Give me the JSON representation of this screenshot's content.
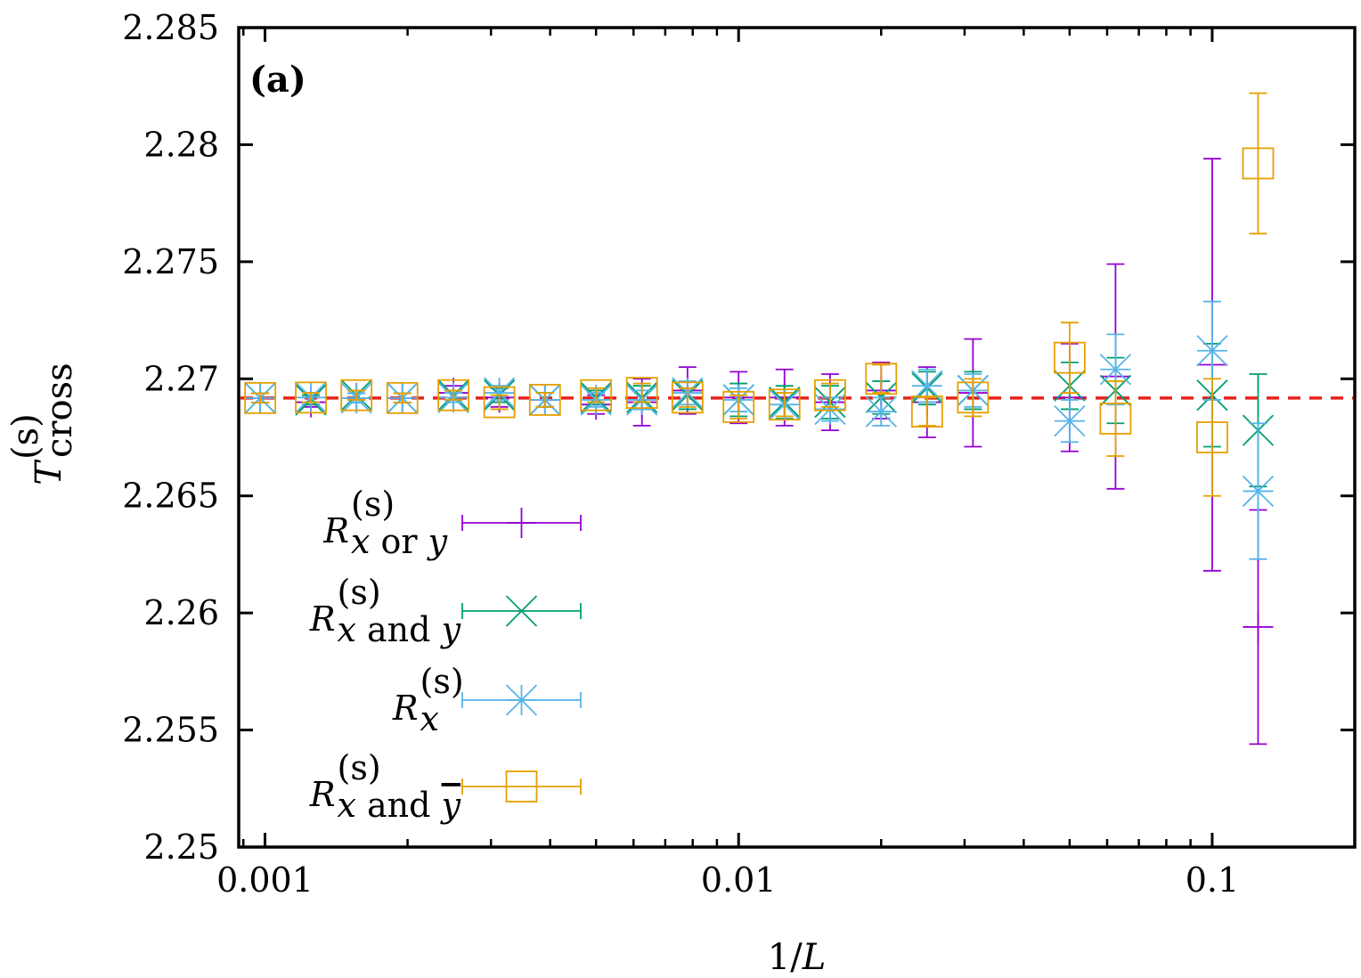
{
  "chart_data": {
    "type": "scatter",
    "panel_label": "(a)",
    "xlabel": "1/L",
    "ylabel": "T_cross^(s)",
    "xscale": "log",
    "xlim": [
      0.00088,
      0.2
    ],
    "ylim": [
      2.25,
      2.285
    ],
    "x_ticks": [
      {
        "value": 0.001,
        "label": "0.001"
      },
      {
        "value": 0.01,
        "label": "0.01"
      },
      {
        "value": 0.1,
        "label": "0.1"
      }
    ],
    "y_ticks": [
      {
        "value": 2.25,
        "label": "2.25"
      },
      {
        "value": 2.255,
        "label": "2.255"
      },
      {
        "value": 2.26,
        "label": "2.26"
      },
      {
        "value": 2.265,
        "label": "2.265"
      },
      {
        "value": 2.27,
        "label": "2.27"
      },
      {
        "value": 2.275,
        "label": "2.275"
      },
      {
        "value": 2.28,
        "label": "2.28"
      },
      {
        "value": 2.285,
        "label": "2.285"
      }
    ],
    "reference_line": {
      "y": 2.26918,
      "color": "#e8211c"
    },
    "legend_position": "bottom-left",
    "series": [
      {
        "name": "R_{x or y}^(s)",
        "legend": {
          "base": "R",
          "sup": "(s)",
          "sub": "x or y"
        },
        "marker": "plus",
        "color": "#9400d3",
        "points": [
          {
            "x": 0.000977,
            "y": 2.26918,
            "err": 0.0002
          },
          {
            "x": 0.00125,
            "y": 2.269,
            "err": 0.0002
          },
          {
            "x": 0.00156,
            "y": 2.26918,
            "err": 0.0002
          },
          {
            "x": 0.00195,
            "y": 2.26918,
            "err": 0.0002
          },
          {
            "x": 0.0025,
            "y": 2.2694,
            "err": 0.0003
          },
          {
            "x": 0.003125,
            "y": 2.2692,
            "err": 0.0004
          },
          {
            "x": 0.0039,
            "y": 2.2691,
            "err": 0.0003
          },
          {
            "x": 0.005,
            "y": 2.2689,
            "err": 0.0004
          },
          {
            "x": 0.00625,
            "y": 2.269,
            "err": 0.001
          },
          {
            "x": 0.0078,
            "y": 2.2695,
            "err": 0.001
          },
          {
            "x": 0.01,
            "y": 2.2692,
            "err": 0.0011
          },
          {
            "x": 0.0125,
            "y": 2.2692,
            "err": 0.0012
          },
          {
            "x": 0.0156,
            "y": 2.269,
            "err": 0.0012
          },
          {
            "x": 0.02,
            "y": 2.2695,
            "err": 0.0012
          },
          {
            "x": 0.025,
            "y": 2.269,
            "err": 0.0015
          },
          {
            "x": 0.03125,
            "y": 2.2694,
            "err": 0.0023
          },
          {
            "x": 0.05,
            "y": 2.2692,
            "err": 0.0023
          },
          {
            "x": 0.0625,
            "y": 2.2701,
            "err": 0.0048
          },
          {
            "x": 0.1,
            "y": 2.2706,
            "err": 0.0088
          },
          {
            "x": 0.125,
            "y": 2.2594,
            "err": 0.005
          }
        ]
      },
      {
        "name": "R_{x and y}^(s)",
        "legend": {
          "base": "R",
          "sup": "(s)",
          "sub": "x and y"
        },
        "marker": "cross",
        "color": "#009e73",
        "points": [
          {
            "x": 0.000977,
            "y": 2.26918,
            "err": 0.0002
          },
          {
            "x": 0.00125,
            "y": 2.2691,
            "err": 0.0002
          },
          {
            "x": 0.00156,
            "y": 2.2693,
            "err": 0.0002
          },
          {
            "x": 0.00195,
            "y": 2.26918,
            "err": 0.0002
          },
          {
            "x": 0.0025,
            "y": 2.2693,
            "err": 0.0002
          },
          {
            "x": 0.003125,
            "y": 2.2693,
            "err": 0.0003
          },
          {
            "x": 0.0039,
            "y": 2.2691,
            "err": 0.0003
          },
          {
            "x": 0.005,
            "y": 2.2692,
            "err": 0.0003
          },
          {
            "x": 0.00625,
            "y": 2.2692,
            "err": 0.0005
          },
          {
            "x": 0.0078,
            "y": 2.2693,
            "err": 0.0006
          },
          {
            "x": 0.01,
            "y": 2.2691,
            "err": 0.0007
          },
          {
            "x": 0.0125,
            "y": 2.269,
            "err": 0.0007
          },
          {
            "x": 0.0156,
            "y": 2.269,
            "err": 0.0007
          },
          {
            "x": 0.02,
            "y": 2.2692,
            "err": 0.0007
          },
          {
            "x": 0.025,
            "y": 2.2696,
            "err": 0.0007
          },
          {
            "x": 0.03125,
            "y": 2.2695,
            "err": 0.0008
          },
          {
            "x": 0.05,
            "y": 2.2697,
            "err": 0.001
          },
          {
            "x": 0.0625,
            "y": 2.2695,
            "err": 0.0014
          },
          {
            "x": 0.1,
            "y": 2.2693,
            "err": 0.0022
          },
          {
            "x": 0.125,
            "y": 2.2678,
            "err": 0.0024
          }
        ]
      },
      {
        "name": "R_x^(s)",
        "legend": {
          "base": "R",
          "sup": "(s)",
          "sub": "x"
        },
        "marker": "star",
        "color": "#56b4e9",
        "points": [
          {
            "x": 0.000977,
            "y": 2.26918,
            "err": 0.0002
          },
          {
            "x": 0.00125,
            "y": 2.2692,
            "err": 0.0002
          },
          {
            "x": 0.00156,
            "y": 2.26918,
            "err": 0.0002
          },
          {
            "x": 0.00195,
            "y": 2.26918,
            "err": 0.0002
          },
          {
            "x": 0.0025,
            "y": 2.2692,
            "err": 0.0002
          },
          {
            "x": 0.003125,
            "y": 2.2694,
            "err": 0.0003
          },
          {
            "x": 0.0039,
            "y": 2.2691,
            "err": 0.0003
          },
          {
            "x": 0.005,
            "y": 2.2691,
            "err": 0.0003
          },
          {
            "x": 0.00625,
            "y": 2.2691,
            "err": 0.0004
          },
          {
            "x": 0.0078,
            "y": 2.2694,
            "err": 0.0005
          },
          {
            "x": 0.01,
            "y": 2.2691,
            "err": 0.0005
          },
          {
            "x": 0.0125,
            "y": 2.2689,
            "err": 0.0005
          },
          {
            "x": 0.0156,
            "y": 2.2687,
            "err": 0.0005
          },
          {
            "x": 0.02,
            "y": 2.2686,
            "err": 0.0006
          },
          {
            "x": 0.025,
            "y": 2.2697,
            "err": 0.0007
          },
          {
            "x": 0.03125,
            "y": 2.2695,
            "err": 0.0007
          },
          {
            "x": 0.05,
            "y": 2.2682,
            "err": 0.0009
          },
          {
            "x": 0.0625,
            "y": 2.2704,
            "err": 0.0015
          },
          {
            "x": 0.1,
            "y": 2.2712,
            "err": 0.0021
          },
          {
            "x": 0.125,
            "y": 2.2652,
            "err": 0.0029
          }
        ]
      },
      {
        "name": "R_{x and ȳ}^(s)",
        "legend": {
          "base": "R",
          "sup": "(s)",
          "sub": "x and ",
          "sub_over": "y"
        },
        "marker": "square",
        "color": "#e69f00",
        "points": [
          {
            "x": 0.000977,
            "y": 2.26918,
            "err": 0.0002
          },
          {
            "x": 0.00125,
            "y": 2.2692,
            "err": 0.0002
          },
          {
            "x": 0.00156,
            "y": 2.2693,
            "err": 0.0002
          },
          {
            "x": 0.00195,
            "y": 2.26918,
            "err": 0.0002
          },
          {
            "x": 0.0025,
            "y": 2.2693,
            "err": 0.0002
          },
          {
            "x": 0.003125,
            "y": 2.269,
            "err": 0.0003
          },
          {
            "x": 0.0039,
            "y": 2.2691,
            "err": 0.0003
          },
          {
            "x": 0.005,
            "y": 2.2693,
            "err": 0.0003
          },
          {
            "x": 0.00625,
            "y": 2.2694,
            "err": 0.0004
          },
          {
            "x": 0.0078,
            "y": 2.2692,
            "err": 0.0004
          },
          {
            "x": 0.01,
            "y": 2.2688,
            "err": 0.0005
          },
          {
            "x": 0.0125,
            "y": 2.2689,
            "err": 0.0005
          },
          {
            "x": 0.0156,
            "y": 2.2693,
            "err": 0.0005
          },
          {
            "x": 0.02,
            "y": 2.27,
            "err": 0.0006
          },
          {
            "x": 0.025,
            "y": 2.2686,
            "err": 0.0006
          },
          {
            "x": 0.03125,
            "y": 2.2692,
            "err": 0.0008
          },
          {
            "x": 0.05,
            "y": 2.2709,
            "err": 0.0015
          },
          {
            "x": 0.0625,
            "y": 2.2683,
            "err": 0.0016
          },
          {
            "x": 0.1,
            "y": 2.2675,
            "err": 0.0025
          },
          {
            "x": 0.125,
            "y": 2.2792,
            "err": 0.003
          }
        ]
      }
    ]
  }
}
